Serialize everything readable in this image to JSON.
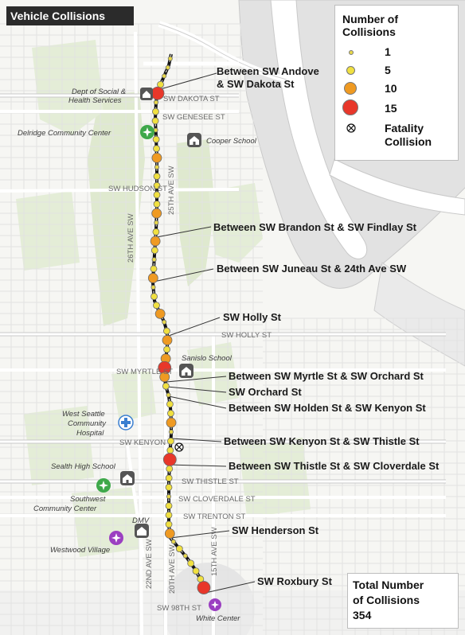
{
  "title": "Vehicle Collisions",
  "legend": {
    "title_line1": "Number of",
    "title_line2": "Collisions",
    "items": [
      {
        "label": "1",
        "color": "#e8d84a"
      },
      {
        "label": "5",
        "color": "#f0e040"
      },
      {
        "label": "10",
        "color": "#ef9a22"
      },
      {
        "label": "15",
        "color": "#e8372a"
      }
    ],
    "fatality_line1": "Fatality",
    "fatality_line2": "Collision"
  },
  "total": {
    "line1": "Total Number",
    "line2": "of Collisions",
    "value": "354"
  },
  "callouts": [
    {
      "line1": "Between SW Andove",
      "line2": "& SW Dakota St"
    },
    {
      "line1": "Between SW Brandon St & SW Findlay St"
    },
    {
      "line1": "Between SW Juneau St & 24th Ave SW"
    },
    {
      "line1": "SW Holly St"
    },
    {
      "line1": "Between SW Myrtle St & SW Orchard St"
    },
    {
      "line1": "SW Orchard St"
    },
    {
      "line1": "Between SW Holden St & SW Kenyon St"
    },
    {
      "line1": "Between SW Kenyon St & SW Thistle St"
    },
    {
      "line1": "Between SW Thistle St & SW Cloverdale St"
    },
    {
      "line1": "SW Henderson St"
    },
    {
      "line1": "SW Roxbury St"
    }
  ],
  "streets": [
    {
      "label": "SW DAKOTA ST"
    },
    {
      "label": "SW GENESEE ST"
    },
    {
      "label": "SW HUDSON ST"
    },
    {
      "label": "SW HOLLY ST"
    },
    {
      "label": "SW MYRTLE ST"
    },
    {
      "label": "SW KENYON"
    },
    {
      "label": "SW THISTLE ST"
    },
    {
      "label": "SW CLOVERDALE ST"
    },
    {
      "label": "SW TRENTON ST"
    },
    {
      "label": "SW 98TH ST"
    }
  ],
  "avenues": [
    {
      "label": "26TH AVE SW"
    },
    {
      "label": "25TH AVE SW"
    },
    {
      "label": "22ND AVE SW"
    },
    {
      "label": "20TH AVE SW"
    },
    {
      "label": "15TH AVE SW"
    }
  ],
  "places": [
    {
      "label": "Dept of Social &"
    },
    {
      "label": "Health Services"
    },
    {
      "label": "Delridge Community Center"
    },
    {
      "label": "Cooper School"
    },
    {
      "label": "Sanislo School"
    },
    {
      "label": "West Seattle"
    },
    {
      "label": "Community"
    },
    {
      "label": "Hospital"
    },
    {
      "label": "Sealth High School"
    },
    {
      "label": "Southwest"
    },
    {
      "label": "Community Center"
    },
    {
      "label": "DMV"
    },
    {
      "label": "Westwood Village"
    },
    {
      "label": "White Center"
    }
  ],
  "collisions": [
    {
      "count": 3
    },
    {
      "count": 2
    },
    {
      "count": 4
    },
    {
      "count": 5
    },
    {
      "count": 15
    },
    {
      "count": 4
    },
    {
      "count": 6
    },
    {
      "count": 5
    },
    {
      "count": 4
    },
    {
      "count": 5
    },
    {
      "count": 6
    },
    {
      "count": 10
    },
    {
      "count": 4
    },
    {
      "count": 5
    },
    {
      "count": 5
    },
    {
      "count": 5
    },
    {
      "count": 6
    },
    {
      "count": 10
    },
    {
      "count": 4
    },
    {
      "count": 5
    },
    {
      "count": 10
    },
    {
      "count": 5
    },
    {
      "count": 4
    },
    {
      "count": 6
    },
    {
      "count": 10
    },
    {
      "count": 4
    },
    {
      "count": 5
    },
    {
      "count": 5
    },
    {
      "count": 10
    },
    {
      "count": 4
    },
    {
      "count": 5
    },
    {
      "count": 10
    },
    {
      "count": 5
    },
    {
      "count": 10
    },
    {
      "count": 15
    },
    {
      "count": 10
    },
    {
      "count": 5
    },
    {
      "count": 4
    },
    {
      "count": 5
    },
    {
      "count": 5
    },
    {
      "count": 10
    },
    {
      "count": 4
    },
    {
      "count": 5
    },
    {
      "count": 5
    },
    {
      "count": 15
    },
    {
      "count": 5
    },
    {
      "count": 5
    },
    {
      "count": 5
    },
    {
      "count": 4
    },
    {
      "count": 5
    },
    {
      "count": 5
    },
    {
      "count": 5
    },
    {
      "count": 10
    },
    {
      "count": 4
    },
    {
      "count": 5
    },
    {
      "count": 4
    },
    {
      "count": 5
    },
    {
      "count": 5
    },
    {
      "count": 5
    },
    {
      "count": 15
    }
  ],
  "colors": {
    "route": "#111111",
    "park": "#dde8cc",
    "water": "#e4e4e4",
    "road": "#ffffff",
    "minor_road": "#ededed",
    "school_icon": "#555555",
    "community_icon": "#3ea84a",
    "hospital_icon": "#3a7fd0",
    "shopping_icon": "#9b3fc1"
  }
}
